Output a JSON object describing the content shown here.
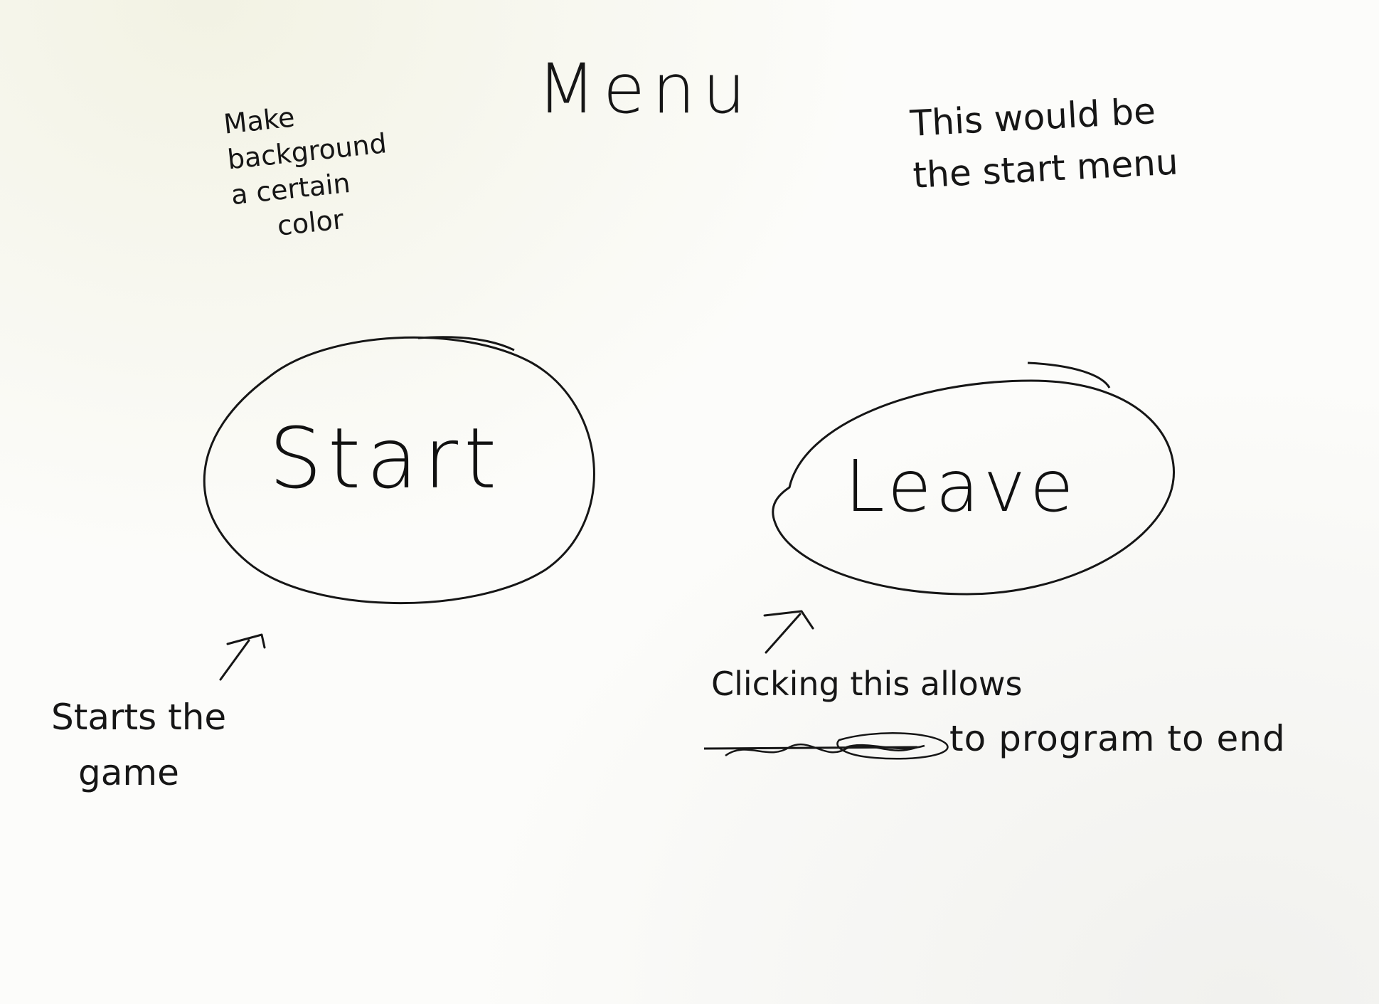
{
  "title": "Menu",
  "notes": {
    "background": [
      "Make",
      "background",
      "a certain",
      "color"
    ],
    "start_menu": [
      "This would be",
      "the start menu"
    ],
    "start_button_caption": [
      "Starts the",
      "game"
    ],
    "leave_button_caption_line1": "Clicking this allows",
    "leave_button_caption_line2": "to program to end"
  },
  "buttons": {
    "start": {
      "label": "Start"
    },
    "leave": {
      "label": "Leave"
    }
  },
  "colors": {
    "ink": "#161616",
    "paper": "#fcfcfa"
  }
}
